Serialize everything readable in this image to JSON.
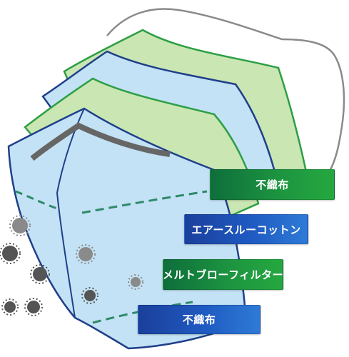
{
  "layers": [
    {
      "label": "不織布",
      "material": "nonwoven",
      "color": "#1d9440"
    },
    {
      "label": "エアースルーコットン",
      "material": "air-through-cotton",
      "color": "#1f5bc2"
    },
    {
      "label": "メルトブローフィルター",
      "material": "meltblown-filter",
      "color": "#1d9440"
    },
    {
      "label": "不織布",
      "material": "nonwoven",
      "color": "#1f5bc2"
    }
  ],
  "colors": {
    "green_layer_fill": "#c9e6b3",
    "green_layer_stroke": "#2d9e45",
    "blue_layer_fill": "#c3e2f5",
    "blue_layer_stroke": "#1f3f8a",
    "nose_wire": "#666666",
    "stitch": "#2e8a6a",
    "particles": "#555555"
  },
  "icons": [
    "virus-particle-icon",
    "ear-loop",
    "nose-wire"
  ]
}
